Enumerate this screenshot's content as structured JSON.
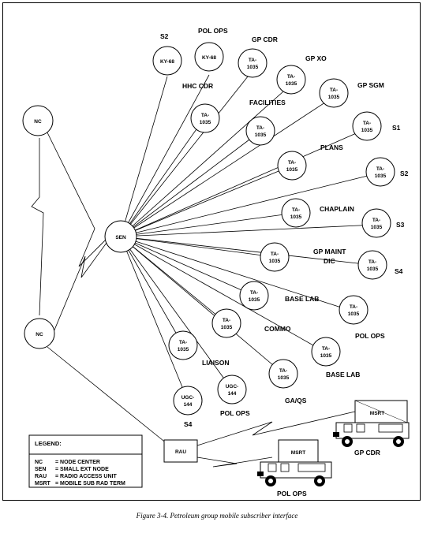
{
  "diagram": {
    "nodes": {
      "nc_top": "NC",
      "nc_bottom": "NC",
      "sen": "SEN",
      "rau": "RAU",
      "ky68_a": "KY-68",
      "ky68_b": "KY-68",
      "ta_label": [
        "TA-",
        "1035"
      ],
      "ugc_label": [
        "UGC-",
        "144"
      ],
      "msrt": "MSRT"
    },
    "labels": {
      "s2_top": "S2",
      "pol_ops_top": "POL OPS",
      "gp_cdr_top": "GP CDR",
      "gp_xo": "GP XO",
      "hhc_cdr": "HHC CDR",
      "gp_sgm": "GP SGM",
      "facilities": "FACILITIES",
      "s1": "S1",
      "plans": "PLANS",
      "s2_right": "S2",
      "chaplain": "CHAPLAIN",
      "s3": "S3",
      "gp_maint": "GP MAINT",
      "dic": "DIC",
      "s4_right": "S4",
      "base_lab_a": "BASE LAB",
      "commo": "COMMO",
      "pol_ops_right": "POL OPS",
      "base_lab_b": "BASE LAB",
      "liaison": "LIAISON",
      "ga_qs": "GA/QS",
      "pol_ops_bottom": "POL OPS",
      "s4_bottom": "S4",
      "gp_cdr_truck": "GP CDR",
      "pol_ops_truck": "POL OPS"
    },
    "legend": {
      "title": "LEGEND:",
      "entries": [
        {
          "abbr": "NC",
          "desc": "= NODE CENTER"
        },
        {
          "abbr": "SEN",
          "desc": "= SMALL EXT NODE"
        },
        {
          "abbr": "RAU",
          "desc": "= RADIO ACCESS UNIT"
        },
        {
          "abbr": "MSRT",
          "desc": "= MOBILE SUB RAD TERM"
        }
      ]
    },
    "caption": "Figure 3-4. Petroleum group mobile subscriber interface"
  }
}
